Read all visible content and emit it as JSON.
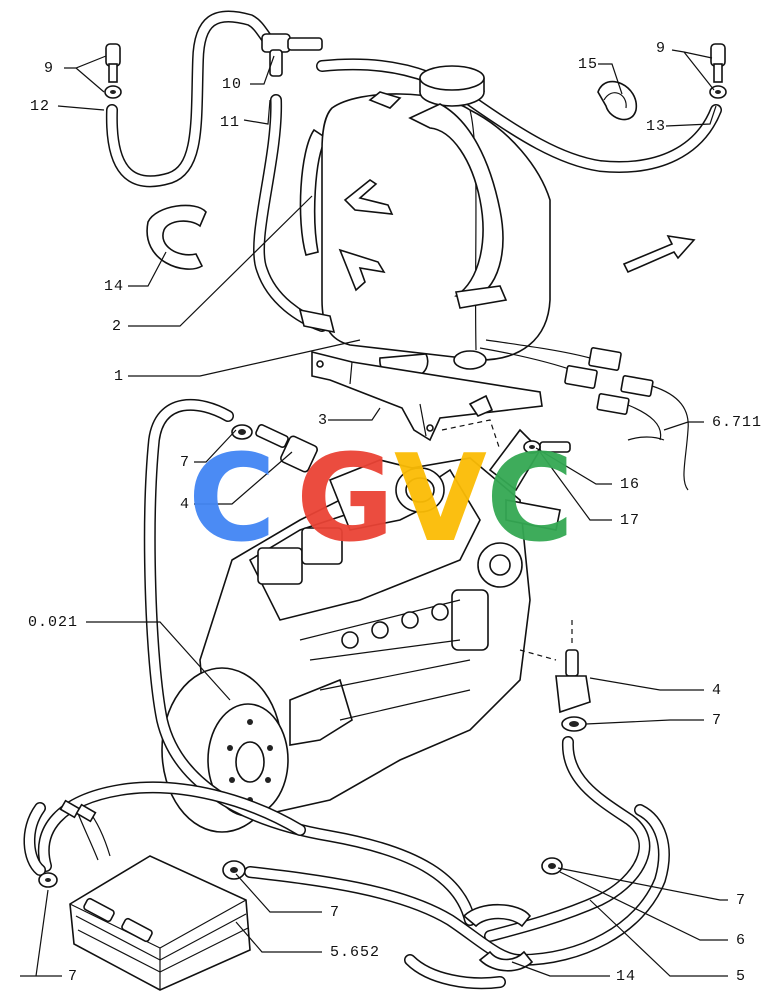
{
  "diagram": {
    "callouts": {
      "c9_left": "9",
      "c12": "12",
      "c10": "10",
      "c11": "11",
      "c15": "15",
      "c9_right": "9",
      "c13": "13",
      "c14_top": "14",
      "c2": "2",
      "c1": "1",
      "c3": "3",
      "c6711": "6.711",
      "c7_a": "7",
      "c4_a": "4",
      "c16": "16",
      "c17": "17",
      "c0021": "0.021",
      "c4_b": "4",
      "c7_b": "7",
      "c7_c": "7",
      "c6": "6",
      "c7_d": "7",
      "c5652": "5.652",
      "c14_bottom": "14",
      "c5": "5",
      "c7_e": "7"
    },
    "watermark": {
      "letters": [
        "C",
        "G",
        "V",
        "C"
      ],
      "colors": [
        "#4285F4",
        "#EA4335",
        "#FBBC05",
        "#34A853"
      ]
    }
  }
}
